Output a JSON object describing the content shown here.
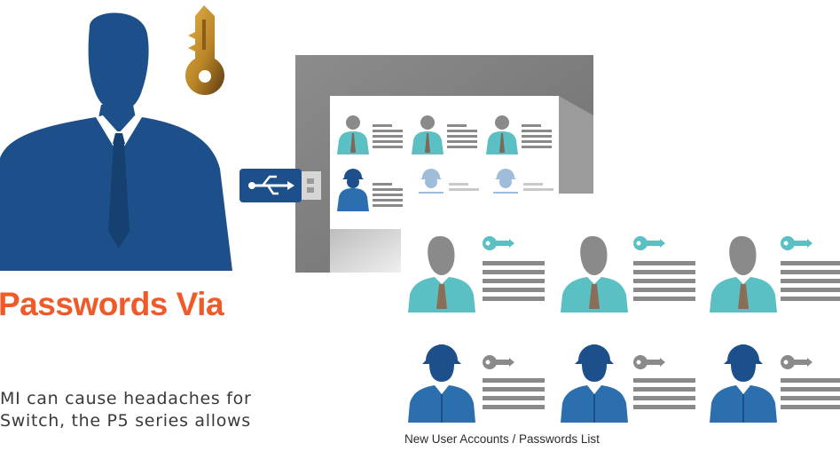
{
  "heading": "Passwords Via",
  "body_lines": [
    "MI can cause headaches for",
    "Switch, the P5 series allows",
    "                                                  "
  ],
  "caption": "New User Accounts / Passwords List",
  "icons": {
    "admin": "businessman-silhouette-icon",
    "key": "gold-key-icon",
    "usb": "usb-icon",
    "screen": "monitor-icon",
    "office_user": "office-user-icon",
    "worker_user": "hardhat-worker-icon",
    "teal_key": "teal-key-icon",
    "gray_key": "gray-key-icon"
  },
  "colors": {
    "heading": "#f05a28",
    "navy": "#1d4f8a",
    "teal": "#5bc0c4",
    "gray": "#8a8a8a"
  }
}
